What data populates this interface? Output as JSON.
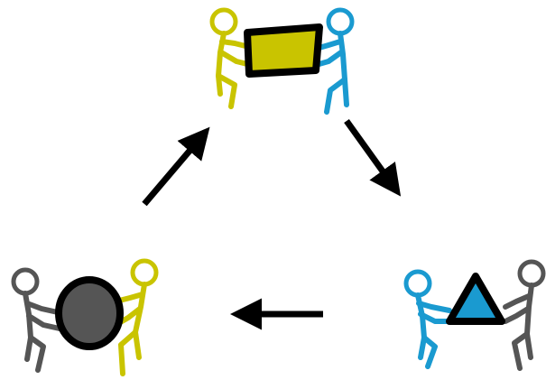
{
  "diagram": {
    "type": "cycle",
    "direction": "clockwise",
    "colors": {
      "yellow": "#c9c400",
      "blue": "#1a9ad0",
      "gray": "#555555",
      "outline": "#000000",
      "background": "#ffffff"
    },
    "nodes": [
      {
        "id": "top",
        "object": "rectangle",
        "object_fill": "#c9c400",
        "figures": [
          "yellow",
          "blue"
        ]
      },
      {
        "id": "right",
        "object": "triangle",
        "object_fill": "#1a9ad0",
        "figures": [
          "blue",
          "gray"
        ]
      },
      {
        "id": "left",
        "object": "circle",
        "object_fill": "#555555",
        "figures": [
          "gray",
          "yellow"
        ]
      }
    ],
    "arrows": [
      {
        "from": "top",
        "to": "right"
      },
      {
        "from": "right",
        "to": "left"
      },
      {
        "from": "left",
        "to": "top"
      }
    ]
  }
}
